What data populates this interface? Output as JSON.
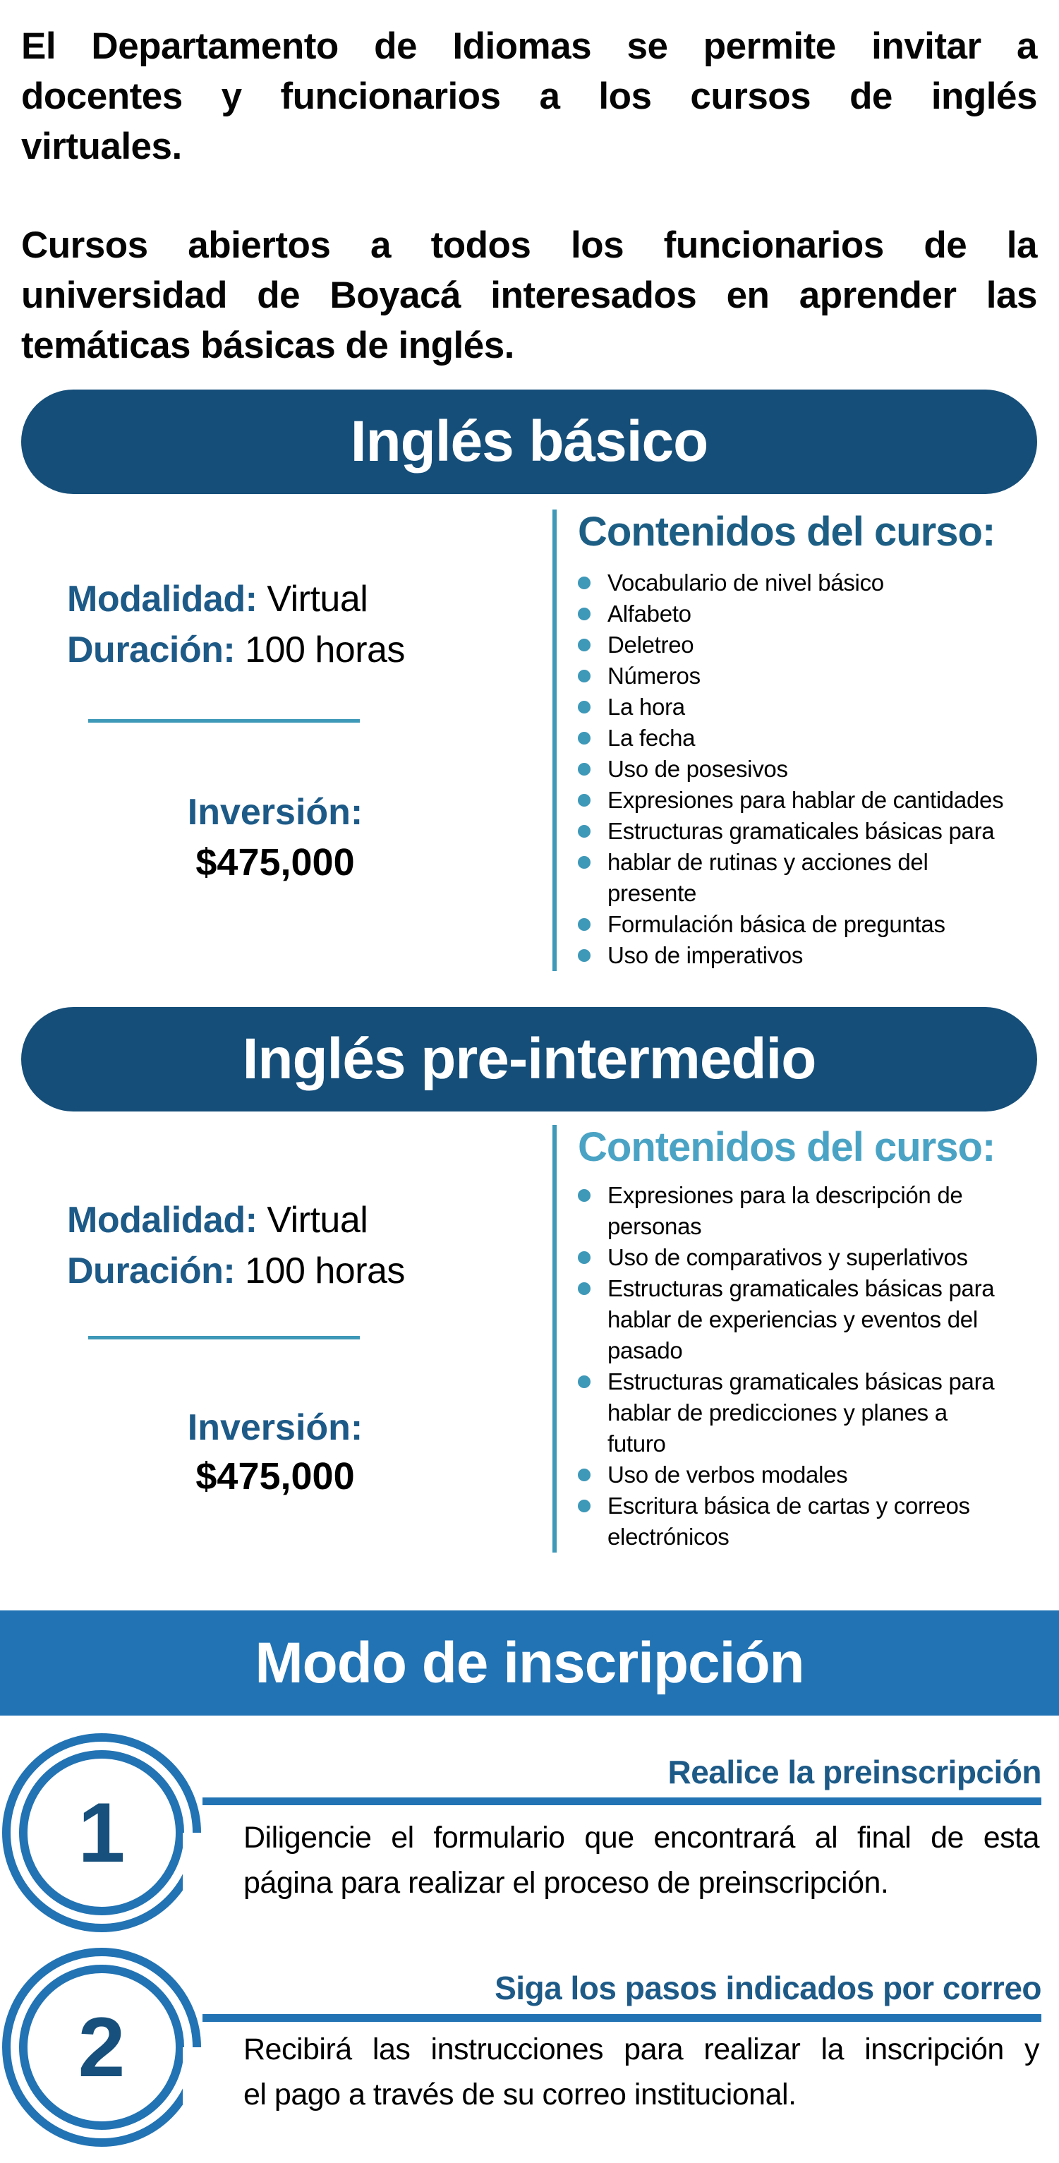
{
  "colors": {
    "navy_pill": "#154e79",
    "banner_blue": "#2173b4",
    "steel_blue_label": "#1d5a87",
    "contents_heading_1": "#1d5e84",
    "contents_heading_2": "#4aa3c4",
    "teal_accent": "#3e98b8",
    "circle_blue": "#2273b3",
    "text_black": "#000000",
    "background": "#ffffff"
  },
  "intro": {
    "paragraph1": [
      "El Departamento de Idiomas se permite invitar a",
      "docentes y funcionarios a los cursos de inglés",
      "virtuales."
    ],
    "paragraph2": [
      "Cursos abiertos a todos los funcionarios de la",
      "universidad de Boyacá interesados en aprender las",
      "temáticas básicas de inglés."
    ]
  },
  "courses": [
    {
      "title": "Inglés básico",
      "modality_label": "Modalidad:",
      "modality_value": "Virtual",
      "duration_label": "Duración:",
      "duration_value": "100 horas",
      "investment_label": "Inversión:",
      "investment_value": "$475,000",
      "contents_heading": "Contenidos del curso:",
      "items": [
        {
          "lines": [
            "Vocabulario de nivel básico"
          ]
        },
        {
          "lines": [
            "Alfabeto"
          ]
        },
        {
          "lines": [
            "Deletreo"
          ]
        },
        {
          "lines": [
            "Números"
          ]
        },
        {
          "lines": [
            "La hora"
          ]
        },
        {
          "lines": [
            "La fecha"
          ]
        },
        {
          "lines": [
            "Uso de posesivos"
          ]
        },
        {
          "lines": [
            "Expresiones para hablar de cantidades"
          ]
        },
        {
          "lines": [
            "Estructuras gramaticales básicas para"
          ]
        },
        {
          "lines": [
            "hablar de rutinas y acciones del",
            "presente"
          ]
        },
        {
          "lines": [
            "Formulación básica de preguntas"
          ]
        },
        {
          "lines": [
            "Uso de imperativos"
          ]
        }
      ]
    },
    {
      "title": "Inglés pre-intermedio",
      "modality_label": "Modalidad:",
      "modality_value": "Virtual",
      "duration_label": "Duración:",
      "duration_value": "100 horas",
      "investment_label": "Inversión:",
      "investment_value": "$475,000",
      "contents_heading": "Contenidos del curso:",
      "items": [
        {
          "lines": [
            "Expresiones para la descripción de",
            "personas"
          ]
        },
        {
          "lines": [
            "Uso de comparativos y superlativos"
          ]
        },
        {
          "lines": [
            "Estructuras gramaticales básicas para",
            "hablar de experiencias y eventos del",
            "pasado"
          ]
        },
        {
          "lines": [
            "Estructuras gramaticales básicas para",
            "hablar de predicciones y planes a",
            "futuro"
          ]
        },
        {
          "lines": [
            "Uso de verbos modales"
          ]
        },
        {
          "lines": [
            "Escritura básica de cartas y correos",
            "electrónicos"
          ]
        }
      ]
    }
  ],
  "enrollment": {
    "banner_title": "Modo de inscripción",
    "steps": [
      {
        "number": "1",
        "heading": "Realice la preinscripción",
        "body_lines": [
          "Diligencie el formulario que encontrará al final de esta",
          "página para realizar el proceso de preinscripción."
        ]
      },
      {
        "number": "2",
        "heading": "Siga los pasos indicados por correo",
        "body_lines": [
          "Recibirá las instrucciones para realizar la inscripción y",
          "el pago a través de su correo institucional."
        ]
      }
    ]
  }
}
